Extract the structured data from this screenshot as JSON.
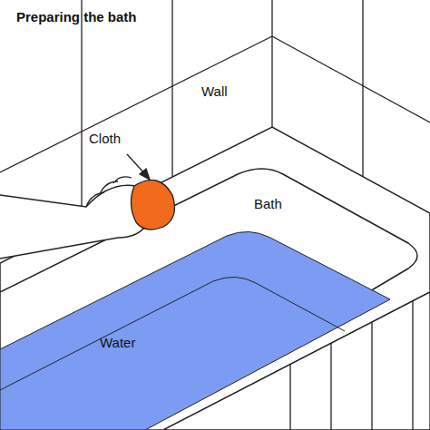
{
  "diagram": {
    "title": "Preparing the bath",
    "labels": [
      "Cloth",
      "Wall",
      "Bath",
      "Water"
    ]
  }
}
